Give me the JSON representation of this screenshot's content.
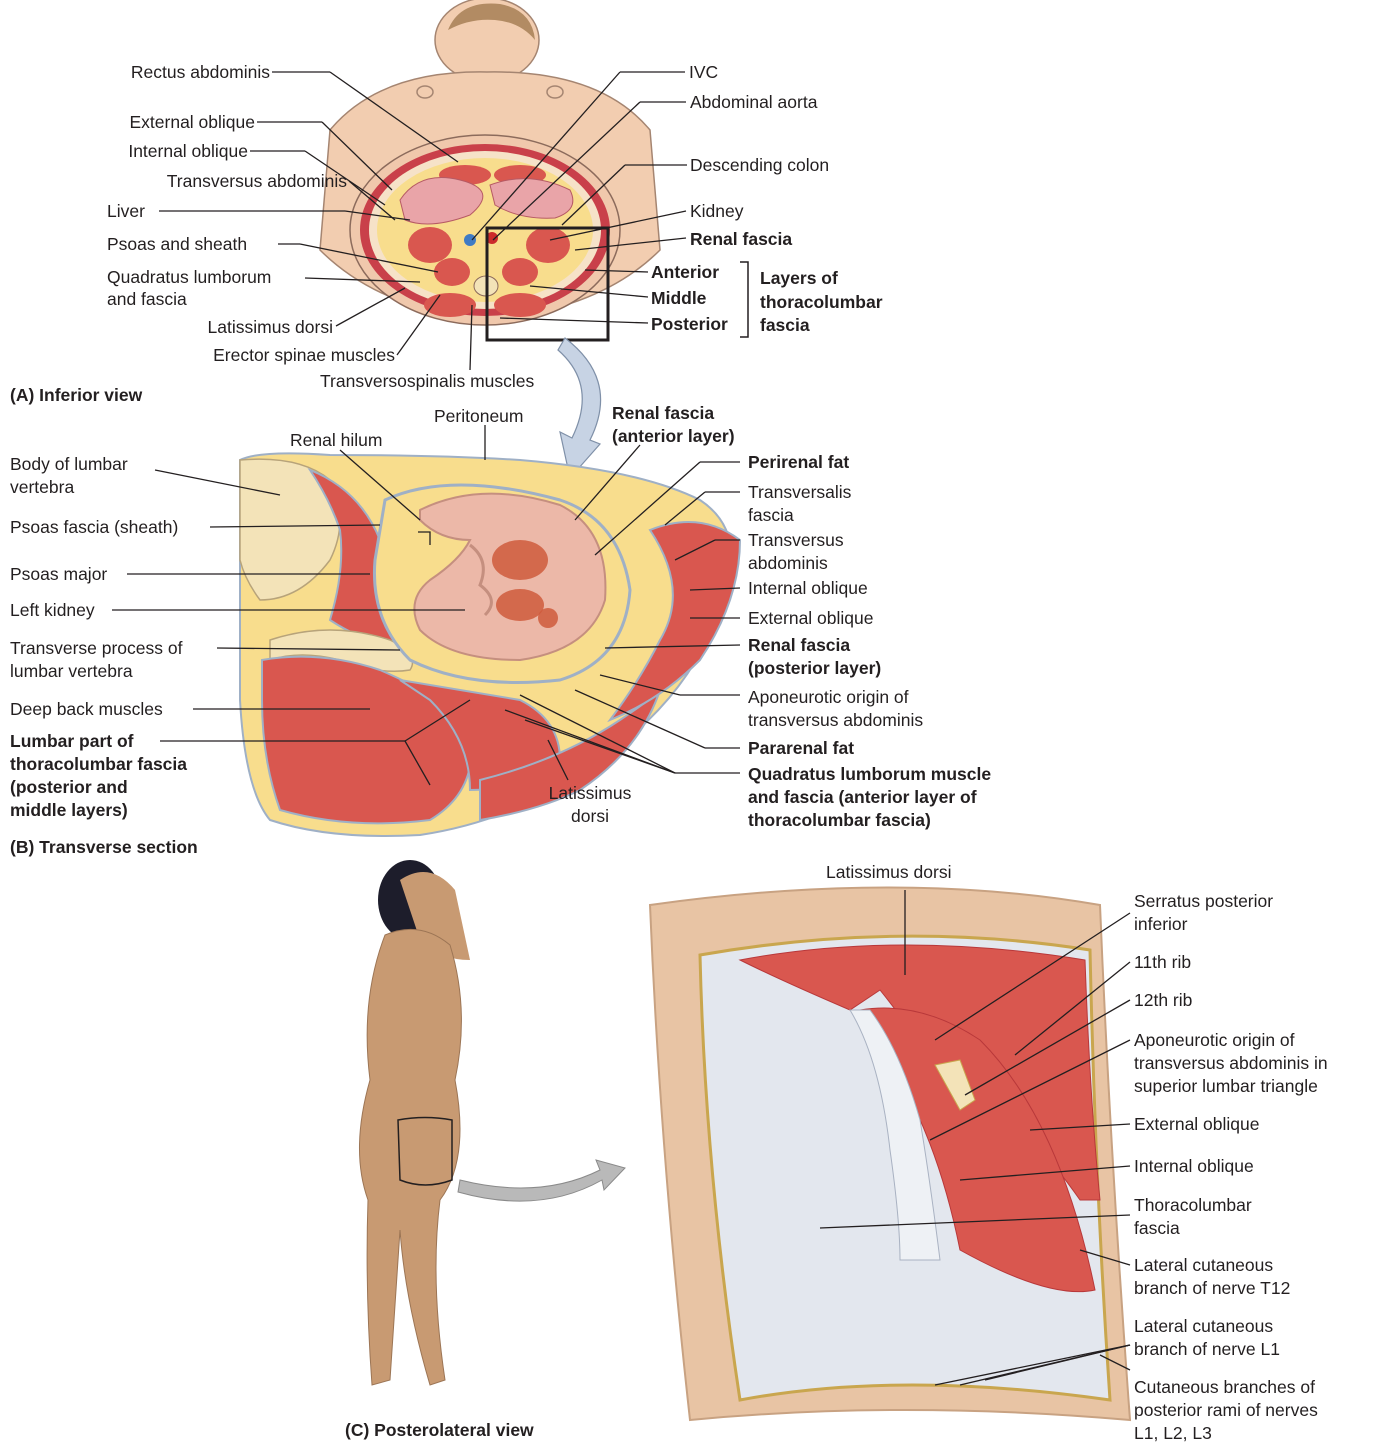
{
  "panel_a": {
    "caption": "(A) Inferior view",
    "left_labels": {
      "rectus_abdominis": "Rectus abdominis",
      "external_oblique": "External oblique",
      "internal_oblique": "Internal oblique",
      "transversus_abdominis": "Transversus abdominis",
      "liver": "Liver",
      "psoas_and_sheath": "Psoas and sheath",
      "quadratus_lumborum_1": "Quadratus lumborum",
      "quadratus_lumborum_2": "and fascia",
      "latissimus_dorsi": "Latissimus dorsi",
      "erector_spinae": "Erector spinae muscles",
      "transversospinalis": "Transversospinalis muscles"
    },
    "right_labels": {
      "ivc": "IVC",
      "abdominal_aorta": "Abdominal aorta",
      "descending_colon": "Descending colon",
      "kidney": "Kidney",
      "renal_fascia": "Renal  fascia",
      "anterior": "Anterior",
      "middle": "Middle",
      "posterior": "Posterior",
      "layers_1": "Layers of",
      "layers_2": "thoracolumbar",
      "layers_3": "fascia"
    }
  },
  "panel_b": {
    "caption": "(B) Transverse section",
    "top_labels": {
      "peritoneum": "Peritoneum",
      "renal_hilum": "Renal hilum",
      "renal_fascia_ant_1": "Renal fascia",
      "renal_fascia_ant_2": "(anterior layer)"
    },
    "left_labels": {
      "body_lumbar_1": "Body of lumbar",
      "body_lumbar_2": "vertebra",
      "psoas_fascia": "Psoas fascia (sheath)",
      "psoas_major": "Psoas major",
      "left_kidney": "Left kidney",
      "transverse_process_1": "Transverse process of",
      "transverse_process_2": "lumbar vertebra",
      "deep_back": "Deep back muscles",
      "lumbar_part_1": "Lumbar part of",
      "lumbar_part_2": "thoracolumbar fascia",
      "lumbar_part_3": "(posterior and",
      "lumbar_part_4": "middle layers)"
    },
    "right_labels": {
      "perirenal_fat": "Perirenal fat",
      "transversalis_1": "Transversalis",
      "transversalis_2": "fascia",
      "transversus_1": "Transversus",
      "transversus_2": "abdominis",
      "internal_oblique": "Internal oblique",
      "external_oblique": "External oblique",
      "renal_fascia_post_1": "Renal fascia",
      "renal_fascia_post_2": "(posterior layer)",
      "aponeurotic_1": "Aponeurotic origin of",
      "aponeurotic_2": "transversus abdominis",
      "pararenal_fat": "Pararenal fat",
      "quadratus_1": "Quadratus lumborum muscle",
      "quadratus_2": "and fascia (anterior layer of",
      "quadratus_3": "thoracolumbar fascia)"
    },
    "bottom_labels": {
      "latissimus_1": "Latissimus",
      "latissimus_2": "dorsi"
    }
  },
  "panel_c": {
    "caption": "(C) Posterolateral view",
    "top_label": "Latissimus dorsi",
    "right_labels": {
      "serratus_1": "Serratus posterior",
      "serratus_2": "inferior",
      "rib11": "11th rib",
      "rib12": "12th rib",
      "apon_1": "Aponeurotic origin of",
      "apon_2": "transversus abdominis in",
      "apon_3": "superior lumbar triangle",
      "external_oblique": "External oblique",
      "internal_oblique": "Internal oblique",
      "thoracolumbar_1": "Thoracolumbar",
      "thoracolumbar_2": "fascia",
      "t12_1": "Lateral cutaneous",
      "t12_2": "branch of nerve T12",
      "l1_1": "Lateral cutaneous",
      "l1_2": "branch of nerve L1",
      "cut_1": "Cutaneous branches of",
      "cut_2": "posterior rami of nerves",
      "cut_3": "L1, L2, L3"
    }
  },
  "colors": {
    "muscle": "#d9574f",
    "muscle_dark": "#b8383a",
    "fat": "#f8dd8d",
    "fascia": "#c9d6e6",
    "bone": "#f3e3b8",
    "skin": "#f2cdb0",
    "kidney": "#ecb8a8",
    "kidney_core": "#cf5a3c",
    "arrow": "#c7d3e4",
    "body_tone": "#c89a72"
  }
}
